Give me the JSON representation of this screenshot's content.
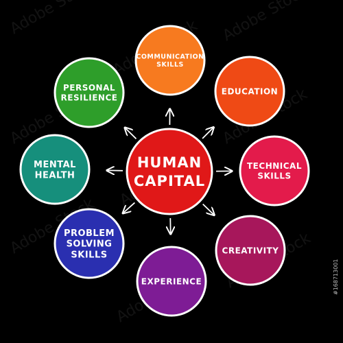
{
  "center": {
    "lines": [
      "HUMAN",
      "CAPITAL"
    ],
    "color": "#e01818"
  },
  "nodes": [
    {
      "id": "communication-skills",
      "lines": [
        "COMMUNICATION",
        "SKILLS"
      ],
      "color": "#f77a1f"
    },
    {
      "id": "education",
      "lines": [
        "EDUCATION"
      ],
      "color": "#ef4a15"
    },
    {
      "id": "technical-skills",
      "lines": [
        "TECHNICAL",
        "SKILLS"
      ],
      "color": "#e31b4b"
    },
    {
      "id": "creativity",
      "lines": [
        "CREATIVITY"
      ],
      "color": "#a7175b"
    },
    {
      "id": "experience",
      "lines": [
        "EXPERIENCE"
      ],
      "color": "#7e1c95"
    },
    {
      "id": "problem-solving-skills",
      "lines": [
        "PROBLEM",
        "SOLVING",
        "SKILLS"
      ],
      "color": "#2a2fb0"
    },
    {
      "id": "mental-health",
      "lines": [
        "MENTAL",
        "HEALTH"
      ],
      "color": "#168f7c"
    },
    {
      "id": "personal-resilience",
      "lines": [
        "PERSONAL",
        "RESILIENCE"
      ],
      "color": "#2e9e2a"
    }
  ],
  "watermark": "Adobe Stock",
  "stock_id": "#168713001",
  "colors": {
    "background": "#000000",
    "stroke": "#ffffff",
    "arrow": "#ffffff"
  }
}
